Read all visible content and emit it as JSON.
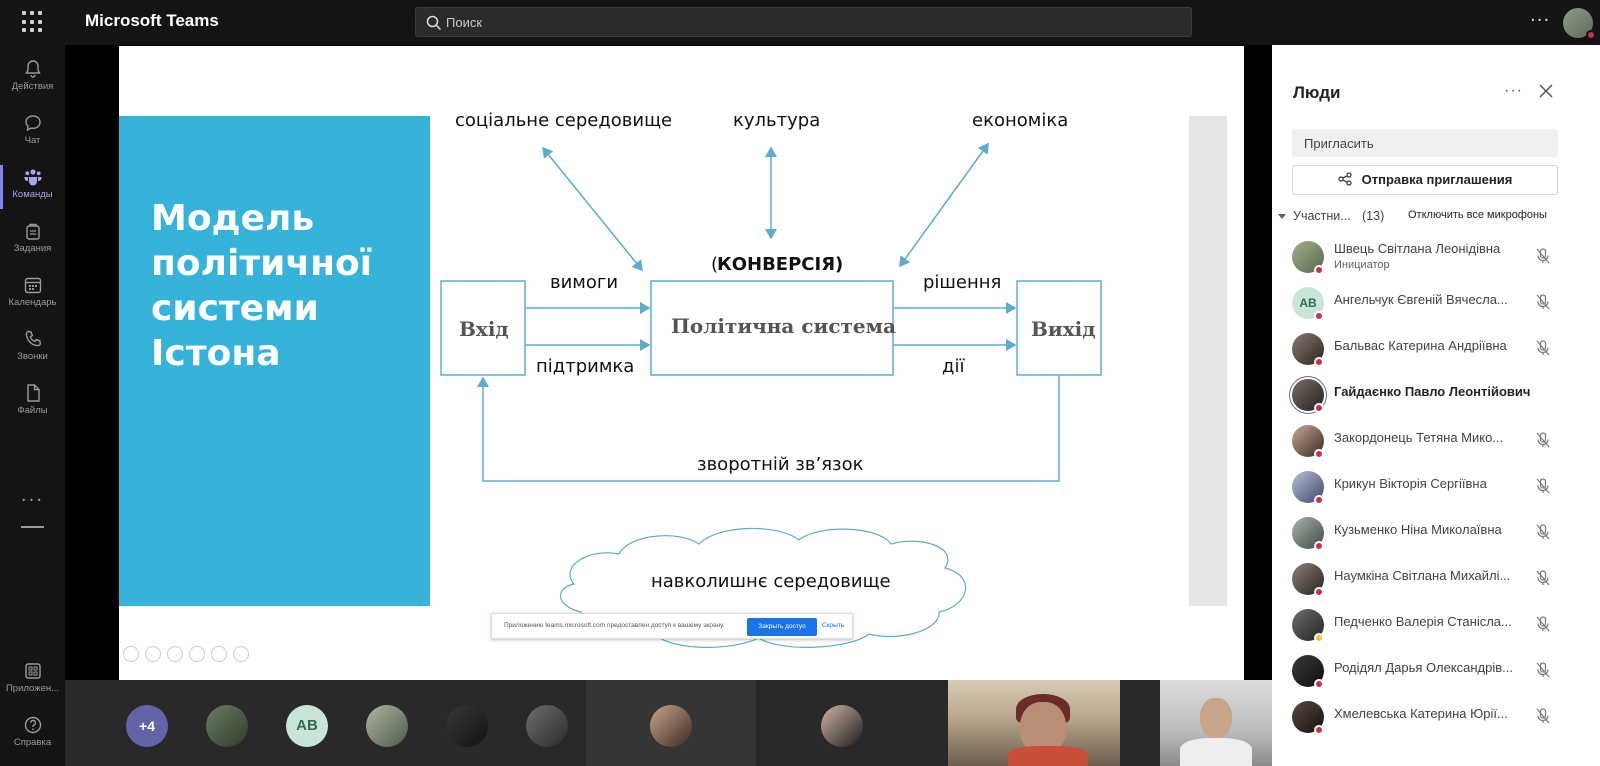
{
  "app": {
    "title": "Microsoft Teams"
  },
  "search": {
    "placeholder": "Поиск"
  },
  "topbar": {
    "more": "···"
  },
  "rail": {
    "items": [
      {
        "label": "Действия",
        "icon": "bell-icon"
      },
      {
        "label": "Чат",
        "icon": "chat-icon"
      },
      {
        "label": "Команды",
        "icon": "teams-icon",
        "active": true
      },
      {
        "label": "Задания",
        "icon": "assignments-icon"
      },
      {
        "label": "Календарь",
        "icon": "calendar-icon"
      },
      {
        "label": "Звонки",
        "icon": "phone-icon"
      },
      {
        "label": "Файлы",
        "icon": "file-icon"
      }
    ],
    "more": "···",
    "apps": "Приложен...",
    "help": "Справка"
  },
  "slide": {
    "title": "Модель політичної системи Істона",
    "social": "соціальне середовище",
    "culture": "культура",
    "economy": "економіка",
    "conversion_open": "(",
    "conversion": "КОНВЕРСІЯ)",
    "demands": "вимоги",
    "support": "підтримка",
    "input_box": "Вхід",
    "system_box": "Політична система",
    "output_box": "Вихід",
    "decisions": "рішення",
    "actions": "дії",
    "feedback": "зворотній зв’язок",
    "environment": "навколишнє середовище"
  },
  "share_notice": {
    "text": "Приложению teams.microsoft.com предоставлен доступ к вашему экрану.",
    "stop_button": "Закрыть доступ",
    "hide": "Скрыть"
  },
  "gallery": {
    "overflow": "+4",
    "initials": "AB"
  },
  "people": {
    "title": "Люди",
    "more": "···",
    "invite_placeholder": "Пригласить",
    "send_invite": "Отправка приглашения",
    "section_name": "Участни...",
    "section_count": "(13)",
    "mute_all": "Отключить все микрофоны",
    "participants": [
      {
        "name": "Швець Світлана Леонідівна",
        "role": "Инициатор"
      },
      {
        "name": "Ангельчук Євгеній Вячесла...",
        "initials": "AB"
      },
      {
        "name": "Бальвас Катерина Андріївна"
      },
      {
        "name": "Гайдаєнко Павло Леонтійович"
      },
      {
        "name": "Закордонець Тетяна Мико..."
      },
      {
        "name": "Крикун Вікторія Сергіївна"
      },
      {
        "name": "Кузьменко Ніна Миколаївна"
      },
      {
        "name": "Наумкіна Світлана Михайлі..."
      },
      {
        "name": "Педченко Валерія Станісла..."
      },
      {
        "name": "Родідял Дарья Олександрів..."
      },
      {
        "name": "Хмелевська Катерина Юрії..."
      }
    ]
  },
  "colors": {
    "accent": "#6264a7",
    "slide_blue": "#35b3db",
    "arrow": "#5aaecb",
    "busy": "#c4314b",
    "away": "#f8c23a"
  }
}
